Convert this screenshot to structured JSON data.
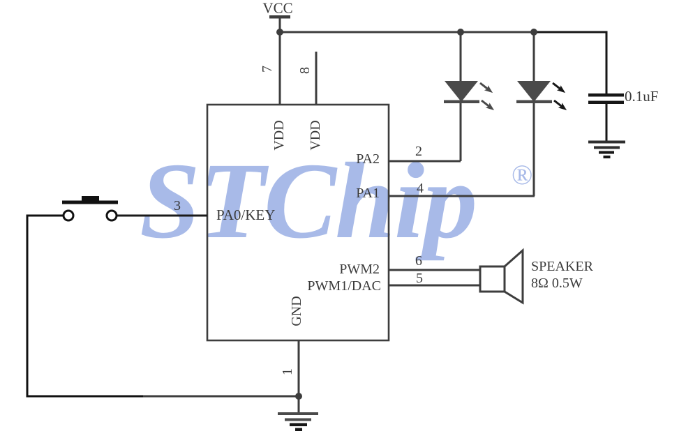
{
  "watermark": {
    "text": "STChip",
    "registered_mark": "®",
    "color": "#a8bae8"
  },
  "power": {
    "vcc_label": "VCC"
  },
  "ic": {
    "top_pins": [
      {
        "num": "7",
        "name": "VDD"
      },
      {
        "num": "8",
        "name": "VDD"
      }
    ],
    "right_pins": [
      {
        "num": "2",
        "name": "PA2"
      },
      {
        "num": "4",
        "name": "PA1"
      },
      {
        "num": "6",
        "name": "PWM2"
      },
      {
        "num": "5",
        "name": "PWM1/DAC"
      }
    ],
    "left_pins": [
      {
        "num": "3",
        "name": "PA0/KEY"
      }
    ],
    "bottom_pins": [
      {
        "num": "1",
        "name": "GND"
      }
    ]
  },
  "capacitor": {
    "value": "0.1uF"
  },
  "speaker": {
    "name": "SPEAKER",
    "rating": "8Ω 0.5W"
  },
  "colors": {
    "wire": "#3d3d3d",
    "wire_dark": "#161616",
    "text": "#3a3a3a",
    "led_fill": "#4a4a4a",
    "watermark": "#a8bae8"
  }
}
